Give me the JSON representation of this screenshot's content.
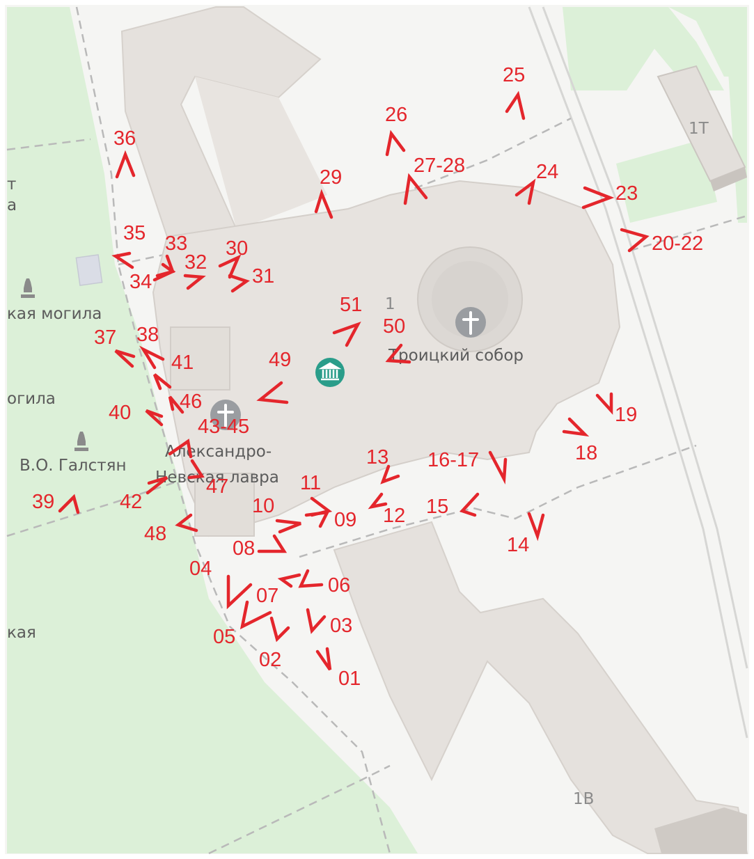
{
  "map": {
    "colors": {
      "park": "#dcf0d8",
      "ground": "#f5f5f3",
      "building": "#e5e1dd",
      "building_side": "#cfcac5",
      "marker": "#e4262c",
      "museum_pin": "#2a9d8a",
      "church_pin": "#9a9da1",
      "text": "#5b5b5b"
    },
    "labels": {
      "cathedral": "Троицкий собор",
      "lavra_line1": "Александро-",
      "lavra_line2": "Невская лавра",
      "building_1": "1",
      "building_1T": "1Т",
      "building_1B": "1В",
      "grave_fragment": "кая могила",
      "grave_fragment2": "огила",
      "person": "В.О. Галстян",
      "left_fragment": "кая",
      "edge_fragment_a": "т",
      "edge_fragment_b": "а"
    },
    "icons": {
      "cathedral_pin": "church-cross-icon",
      "lavra_pin": "church-cross-icon",
      "museum_pin": "museum-icon",
      "monument_1": "monument-icon",
      "monument_2": "monument-icon"
    },
    "markers": [
      {
        "id": "01",
        "label": "01"
      },
      {
        "id": "02",
        "label": "02"
      },
      {
        "id": "03",
        "label": "03"
      },
      {
        "id": "04",
        "label": "04"
      },
      {
        "id": "05",
        "label": "05"
      },
      {
        "id": "06",
        "label": "06"
      },
      {
        "id": "07",
        "label": "07"
      },
      {
        "id": "08",
        "label": "08"
      },
      {
        "id": "09",
        "label": "09"
      },
      {
        "id": "10",
        "label": "10"
      },
      {
        "id": "11",
        "label": "11"
      },
      {
        "id": "12",
        "label": "12"
      },
      {
        "id": "13",
        "label": "13"
      },
      {
        "id": "14",
        "label": "14"
      },
      {
        "id": "15",
        "label": "15"
      },
      {
        "id": "16-17",
        "label": "16-17"
      },
      {
        "id": "18",
        "label": "18"
      },
      {
        "id": "19",
        "label": "19"
      },
      {
        "id": "20-22",
        "label": "20-22"
      },
      {
        "id": "23",
        "label": "23"
      },
      {
        "id": "24",
        "label": "24"
      },
      {
        "id": "25",
        "label": "25"
      },
      {
        "id": "26",
        "label": "26"
      },
      {
        "id": "27-28",
        "label": "27-28"
      },
      {
        "id": "29",
        "label": "29"
      },
      {
        "id": "30",
        "label": "30"
      },
      {
        "id": "31",
        "label": "31"
      },
      {
        "id": "32",
        "label": "32"
      },
      {
        "id": "33",
        "label": "33"
      },
      {
        "id": "34",
        "label": "34"
      },
      {
        "id": "35",
        "label": "35"
      },
      {
        "id": "36",
        "label": "36"
      },
      {
        "id": "37",
        "label": "37"
      },
      {
        "id": "38",
        "label": "38"
      },
      {
        "id": "39",
        "label": "39"
      },
      {
        "id": "40",
        "label": "40"
      },
      {
        "id": "41",
        "label": "41"
      },
      {
        "id": "42",
        "label": "42"
      },
      {
        "id": "43-45",
        "label": "43-45"
      },
      {
        "id": "46",
        "label": "46"
      },
      {
        "id": "47",
        "label": "47"
      },
      {
        "id": "48",
        "label": "48"
      },
      {
        "id": "49",
        "label": "49"
      },
      {
        "id": "50",
        "label": "50"
      },
      {
        "id": "51",
        "label": "51"
      }
    ]
  }
}
